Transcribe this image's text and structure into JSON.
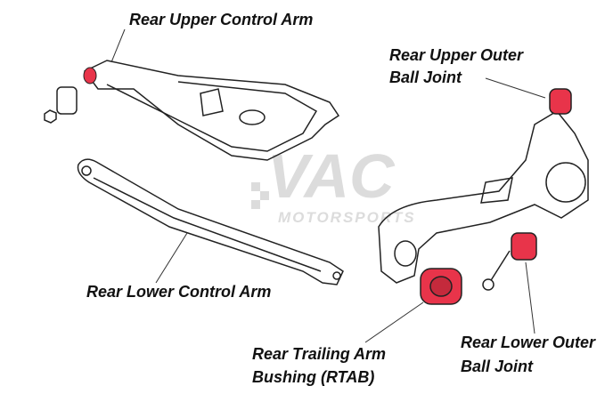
{
  "labels": {
    "upper_control_arm": "Rear Upper Control Arm",
    "upper_outer_ball_joint_1": "Rear Upper Outer",
    "upper_outer_ball_joint_2": "Ball Joint",
    "lower_control_arm": "Rear Lower Control Arm",
    "rtab_1": "Rear Trailing Arm",
    "rtab_2": "Bushing (RTAB)",
    "lower_outer_ball_joint_1": "Rear Lower Outer",
    "lower_outer_ball_joint_2": "Ball Joint"
  },
  "watermark": "VAC MOTORSPORTS",
  "colors": {
    "highlight": "#e8344a",
    "line": "#222222",
    "watermark": "#d9d9d9"
  }
}
